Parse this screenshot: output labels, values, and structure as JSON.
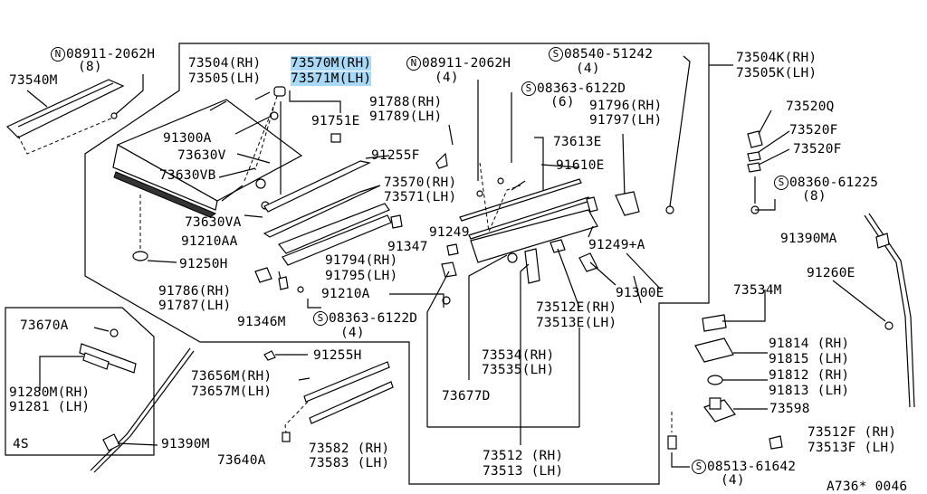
{
  "diagram": {
    "highlight_color": "#a9d9f7",
    "footer_code": "A736* 0046",
    "labels": {
      "n08911_left": "08911-2062H",
      "n08911_left_qty": "(8)",
      "p73540m": "73540M",
      "p73504_rh": "73504(RH)",
      "p73505_lh": "73505(LH)",
      "p73570m_rh": "73570M(RH)",
      "p73571m_lh": "73571M(LH)",
      "n08911_mid": "08911-2062H",
      "n08911_mid_qty": "(4)",
      "s08540": "08540-51242",
      "s08540_qty": "(4)",
      "p73504k_rh": "73504K(RH)",
      "p73505k_lh": "73505K(LH)",
      "p91788_rh": "91788(RH)",
      "p91789_lh": "91789(LH)",
      "s08363_top": "08363-6122D",
      "s08363_top_qty": "(6)",
      "p91796_rh": "91796(RH)",
      "p91797_lh": "91797(LH)",
      "p73520q": "73520Q",
      "p73520f_a": "73520F",
      "p73520f_b": "73520F",
      "p91751e": "91751E",
      "p91300a": "91300A",
      "p73630v": "73630V",
      "p73630vb": "73630VB",
      "p91255f": "91255F",
      "p73613e": "73613E",
      "p91610e": "91610E",
      "s08360": "08360-61225",
      "s08360_qty": "(8)",
      "p73570_rh": "73570(RH)",
      "p73571_lh": "73571(LH)",
      "p73630va": "73630VA",
      "p91210aa": "91210AA",
      "p91347": "91347",
      "p91249": "91249",
      "p91249a": "91249+A",
      "p91390ma": "91390MA",
      "p91250h": "91250H",
      "p91794_rh": "91794(RH)",
      "p91795_lh": "91795(LH)",
      "p91260e": "91260E",
      "p91786_rh": "91786(RH)",
      "p91787_lh": "91787(LH)",
      "p91210a": "91210A",
      "p91300e": "91300E",
      "p73534m": "73534M",
      "p91346m": "91346M",
      "s08363_bot": "08363-6122D",
      "s08363_bot_qty": "(4)",
      "p73512e_rh": "73512E(RH)",
      "p73513e_lh": "73513E(LH)",
      "p73670a": "73670A",
      "p91814_rh": "91814 (RH)",
      "p91815_lh": "91815 (LH)",
      "p91255h": "91255H",
      "p73534_rh": "73534(RH)",
      "p73535_lh": "73535(LH)",
      "p91812_rh": "91812 (RH)",
      "p91813_lh": "91813 (LH)",
      "p91280m_rh": "91280M(RH)",
      "p91281_lh": "91281 (LH)",
      "p73656m_rh": "73656M(RH)",
      "p73657m_lh": "73657M(LH)",
      "p73677d": "73677D",
      "p73598": "73598",
      "p73512f_rh": "73512F (RH)",
      "p73513f_lh": "73513F (LH)",
      "p4s": "4S",
      "p91390m": "91390M",
      "p73640a": "73640A",
      "p73582_rh": "73582 (RH)",
      "p73583_lh": "73583 (LH)",
      "p73512_rh": "73512 (RH)",
      "p73513_lh": "73513 (LH)",
      "s08513": "08513-61642",
      "s08513_qty": "(4)"
    },
    "symbols": {
      "n": "N",
      "s": "S"
    }
  }
}
